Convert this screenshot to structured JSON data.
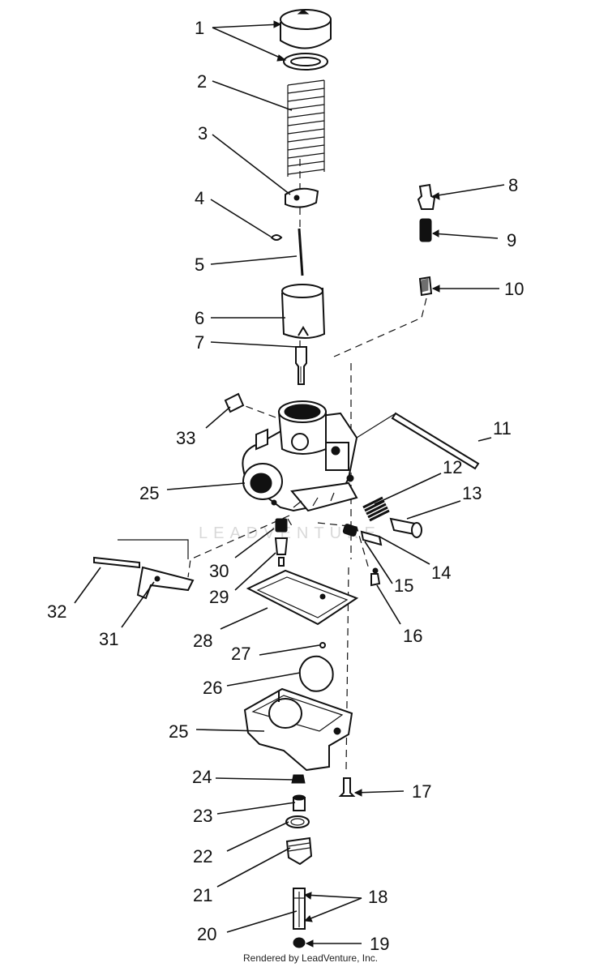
{
  "watermark": "LEADVENTURE",
  "credit": "Rendered by LeadVenture, Inc.",
  "labels": {
    "n1": "1",
    "n2": "2",
    "n3": "3",
    "n4": "4",
    "n5": "5",
    "n6": "6",
    "n7": "7",
    "n8": "8",
    "n9": "9",
    "n10": "10",
    "n11": "11",
    "n12": "12",
    "n13": "13",
    "n14": "14",
    "n15": "15",
    "n16": "16",
    "n17": "17",
    "n18": "18",
    "n19": "19",
    "n20": "20",
    "n21": "21",
    "n22": "22",
    "n23": "23",
    "n24": "24",
    "n25a": "25",
    "n25b": "25",
    "n26": "26",
    "n27": "27",
    "n28": "28",
    "n29": "29",
    "n30": "30",
    "n31": "31",
    "n32": "32",
    "n33": "33"
  }
}
